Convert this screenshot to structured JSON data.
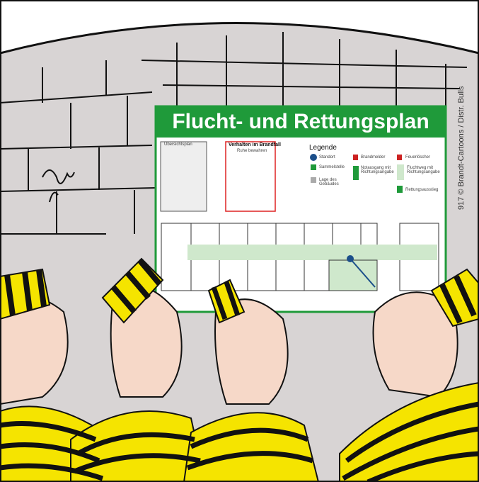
{
  "sign": {
    "title": "Flucht- und Rettungsplan",
    "overview_label": "Übersichtsplan",
    "conduct_title": "Verhalten im Brandfall",
    "conduct_subtitle": "Ruhe bewahren",
    "legend_title": "Legende",
    "legend_items": [
      "Standort",
      "Sammelstelle",
      "Lage des Gebäudes",
      "Brandmelder",
      "Notausgang mit Richtungsangabe",
      "Feuerlöscher",
      "Fluchtweg mit Richtungsangabe",
      "Rettungsausstieg"
    ]
  },
  "credit": "917 © Brandt-Cartoons / Distr. Bulls",
  "signature": "Schwarz",
  "colors": {
    "wall": "#d8d4d4",
    "sign_green": "#1f9a3a",
    "stripe_yellow": "#f5e400",
    "skin": "#f6d8c8",
    "route_green": "#cfe8cc"
  }
}
